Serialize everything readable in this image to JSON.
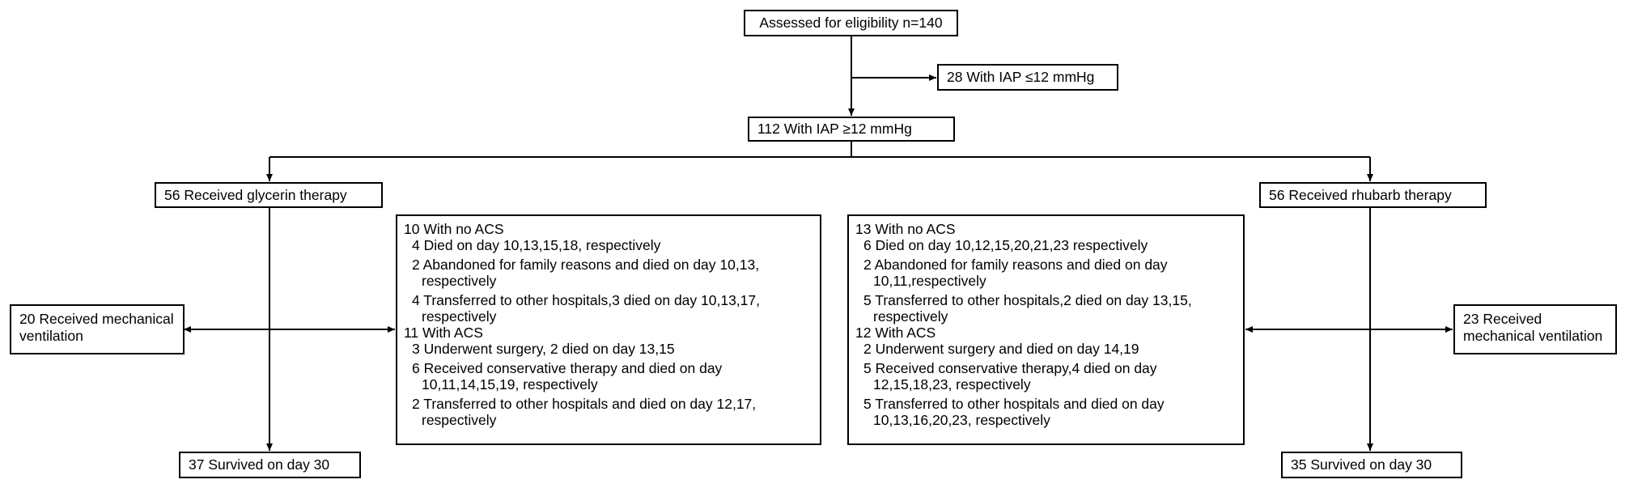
{
  "diagram": {
    "eligibility": "Assessed for eligibility n=140",
    "excluded": "28 With IAP ≤12 mmHg",
    "included": "112 With IAP ≥12 mmHg",
    "glycerin": {
      "arm": "56 Received glycerin therapy",
      "ventilation": "20 Received mechanical ventilation",
      "survived": "37 Survived on day 30",
      "groups": [
        {
          "title": "10 With no ACS",
          "items": [
            "4 Died on day 10,13,15,18, respectively",
            "2 Abandoned for family reasons and died on day 10,13, respectively",
            "4 Transferred to other hospitals,3 died on day 10,13,17, respectively"
          ]
        },
        {
          "title": "11 With ACS",
          "items": [
            "3 Underwent surgery, 2 died on day 13,15",
            "6 Received conservative therapy and died on day 10,11,14,15,19, respectively",
            "2 Transferred to other hospitals and died on day 12,17, respectively"
          ]
        }
      ]
    },
    "rhubarb": {
      "arm": "56 Received rhubarb therapy",
      "ventilation": "23 Received mechanical ventilation",
      "survived": "35 Survived on day 30",
      "groups": [
        {
          "title": "13 With no ACS",
          "items": [
            "6 Died on day 10,12,15,20,21,23 respectively",
            "2 Abandoned for family reasons and died on day 10,11,respectively",
            "5 Transferred to other hospitals,2 died on day 13,15, respectively"
          ]
        },
        {
          "title": "12 With ACS",
          "items": [
            "2 Underwent surgery and died on day 14,19",
            "5 Received conservative therapy,4 died on day 12,15,18,23, respectively",
            "5 Transferred to other hospitals and died on day 10,13,16,20,23, respectively"
          ]
        }
      ]
    }
  }
}
